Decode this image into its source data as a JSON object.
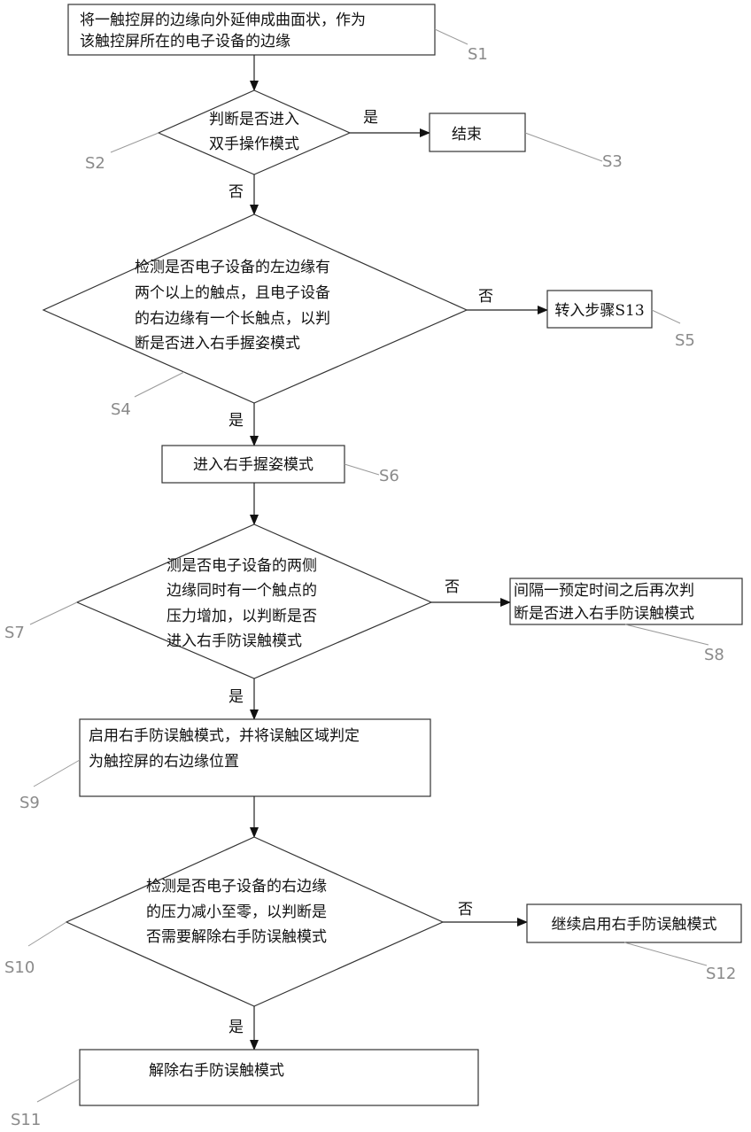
{
  "nodes": {
    "s1": {
      "lines": [
        "将一触控屏的边缘向外延伸成曲面状，作为",
        "该触控屏所在的电子设备的边缘"
      ]
    },
    "s2": {
      "lines": [
        "判断是否进入",
        "双手操作模式"
      ]
    },
    "s3": {
      "lines": [
        "结束"
      ]
    },
    "s4": {
      "lines": [
        "检测是否电子设备的左边缘有",
        "两个以上的触点，且电子设备",
        "的右边缘有一个长触点，以判",
        "断是否进入右手握姿模式"
      ]
    },
    "s5": {
      "lines": [
        "转入步骤S13"
      ]
    },
    "s6": {
      "lines": [
        "进入右手握姿模式"
      ]
    },
    "s7": {
      "lines": [
        "测是否电子设备的两侧",
        "边缘同时有一个触点的",
        "压力增加，以判断是否",
        "进入右手防误触模式"
      ]
    },
    "s8": {
      "lines": [
        "间隔一预定时间之后再次判",
        "断是否进入右手防误触模式"
      ]
    },
    "s9": {
      "lines": [
        "启用右手防误触模式，并将误触区域判定",
        "为触控屏的右边缘位置"
      ]
    },
    "s10": {
      "lines": [
        "检测是否电子设备的右边缘",
        "的压力减小至零，以判断是",
        "否需要解除右手防误触模式"
      ]
    },
    "s11": {
      "lines": [
        "解除右手防误触模式"
      ]
    },
    "s12": {
      "lines": [
        "继续启用右手防误触模式"
      ]
    }
  },
  "edges": {
    "s2_yes": "是",
    "s2_no": "否",
    "s4_no": "否",
    "s4_yes": "是",
    "s7_no": "否",
    "s7_yes": "是",
    "s10_no": "否",
    "s10_yes": "是"
  },
  "step_labels": {
    "s1": "S1",
    "s2": "S2",
    "s3": "S3",
    "s4": "S4",
    "s5": "S5",
    "s6": "S6",
    "s7": "S7",
    "s8": "S8",
    "s9": "S9",
    "s10": "S10",
    "s11": "S11",
    "s12": "S12"
  },
  "colors": {
    "stroke": "#222222",
    "label": "#8a8a8a"
  }
}
